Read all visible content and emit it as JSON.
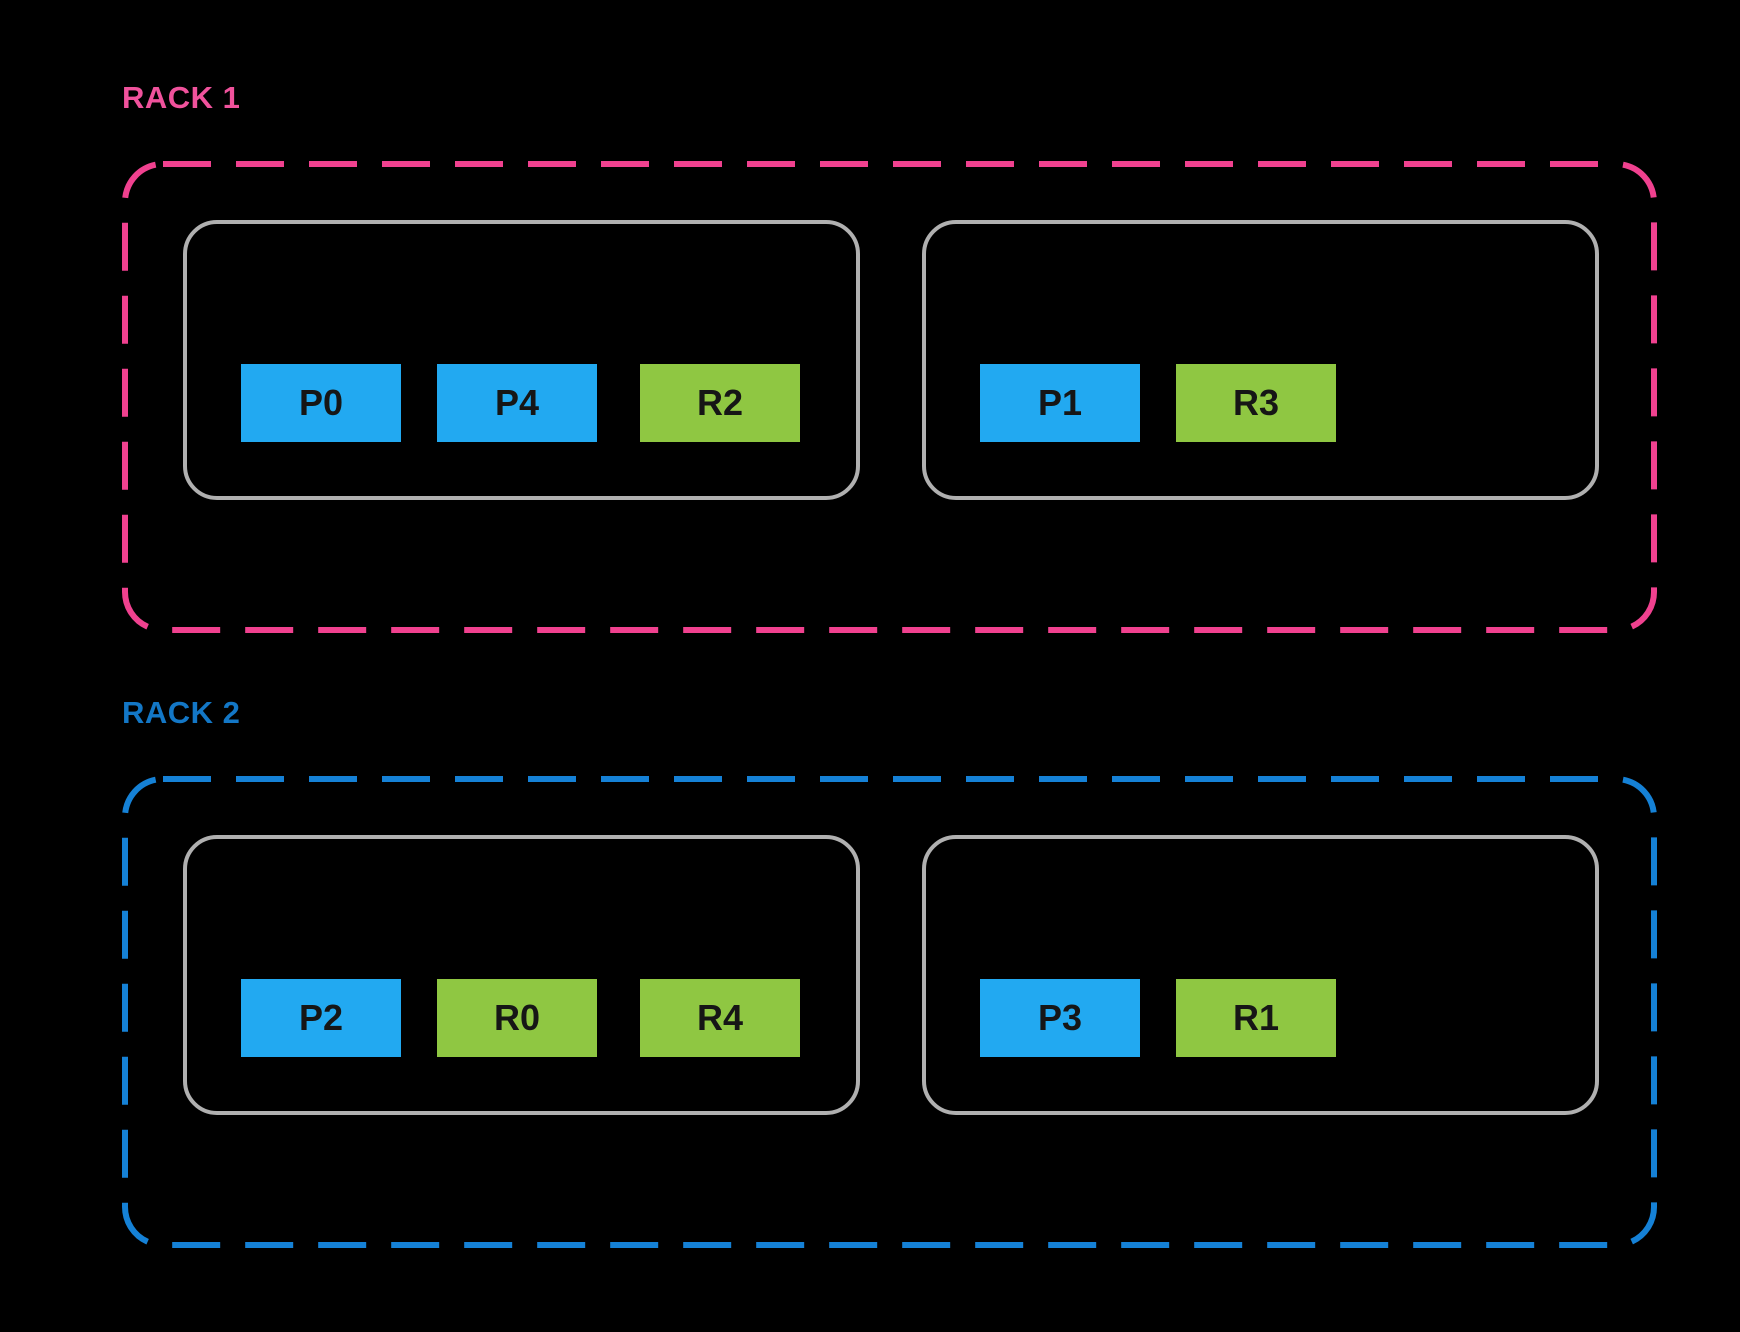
{
  "colors": {
    "background": "#000000",
    "rack1": "#F0529C",
    "rack1-border": "#F0418F",
    "rack2": "#1377C6",
    "rack2-border": "#1581D6",
    "node-border": "#B0B0B0",
    "primary": "#22A9F1",
    "replica": "#8FC742",
    "slot-text": "#161616"
  },
  "legend": {
    "primary_prefix": "P",
    "replica_prefix": "R"
  },
  "racks": [
    {
      "label": "RACK 1",
      "nodes": [
        {
          "slots": [
            {
              "label": "P0",
              "type": "primary"
            },
            {
              "label": "P4",
              "type": "primary"
            },
            {
              "label": "R2",
              "type": "replica"
            }
          ]
        },
        {
          "slots": [
            {
              "label": "P1",
              "type": "primary"
            },
            {
              "label": "R3",
              "type": "replica"
            }
          ]
        }
      ]
    },
    {
      "label": "RACK 2",
      "nodes": [
        {
          "slots": [
            {
              "label": "P2",
              "type": "primary"
            },
            {
              "label": "R0",
              "type": "replica"
            },
            {
              "label": "R4",
              "type": "replica"
            }
          ]
        },
        {
          "slots": [
            {
              "label": "P3",
              "type": "primary"
            },
            {
              "label": "R1",
              "type": "replica"
            }
          ]
        }
      ]
    }
  ]
}
